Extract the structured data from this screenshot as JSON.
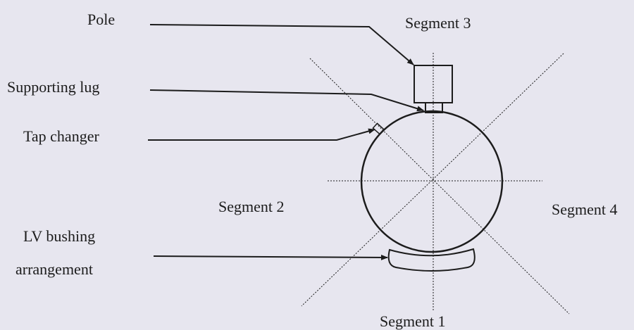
{
  "labels": {
    "pole": "Pole",
    "supporting_lug": "Supporting lug",
    "tap_changer": "Tap changer",
    "lv_bushing_line1": "LV bushing",
    "lv_bushing_line2": "arrangement"
  },
  "segments": {
    "segment_1": "Segment 1",
    "segment_2": "Segment 2",
    "segment_3": "Segment 3",
    "segment_4": "Segment 4"
  },
  "colors": {
    "background": "#e7e6ef",
    "ink": "#1c1c1c"
  }
}
